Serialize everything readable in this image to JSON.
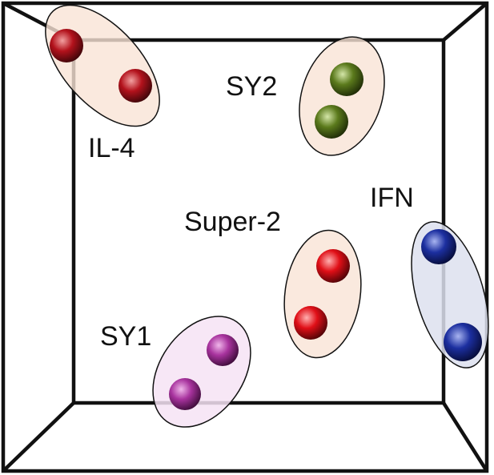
{
  "clusters": [
    {
      "id": "il4",
      "label": "IL-4",
      "fill": "#f9e3d6",
      "sphere_color": "#b3121c",
      "sphere_highlight": "#f2a0a0",
      "points": 2
    },
    {
      "id": "sy2",
      "label": "SY2",
      "fill": "#f9e3d6",
      "sphere_color": "#5b7a1c",
      "sphere_highlight": "#d4e6a8",
      "points": 2
    },
    {
      "id": "super2",
      "label": "Super-2",
      "fill": "#f9e3d6",
      "sphere_color": "#e00f17",
      "sphere_highlight": "#ffb0b0",
      "points": 2
    },
    {
      "id": "ifn",
      "label": "IFN",
      "fill": "#dde1ee",
      "sphere_color": "#1c2fa0",
      "sphere_highlight": "#a8b4f0",
      "points": 2
    },
    {
      "id": "sy1",
      "label": "SY1",
      "fill": "#f6e3f4",
      "sphere_color": "#a8339e",
      "sphere_highlight": "#f0b6ea",
      "points": 2
    }
  ]
}
